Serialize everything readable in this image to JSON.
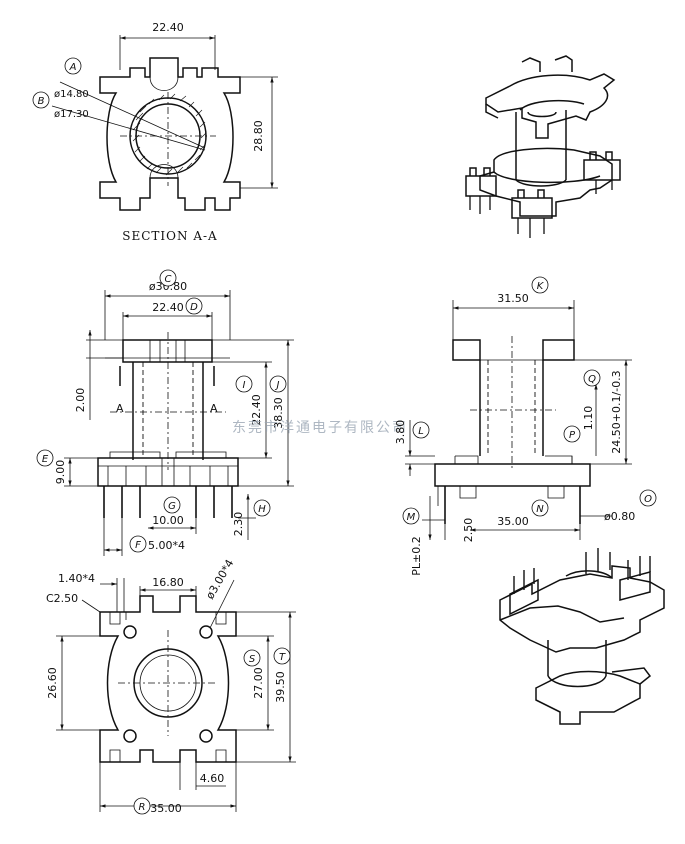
{
  "section_caption": "SECTION A-A",
  "watermark": "东莞市洋通电子有限公司",
  "section_marks": [
    "A",
    "A"
  ],
  "callouts": {
    "A": "A",
    "B": "B",
    "C": "C",
    "D": "D",
    "E": "E",
    "F": "F",
    "G": "G",
    "H": "H",
    "I": "I",
    "J": "J",
    "K": "K",
    "L": "L",
    "M": "M",
    "N": "N",
    "O": "O",
    "Q": "Q",
    "P": "P",
    "R": "R",
    "S": "S",
    "T": "T"
  },
  "dims": {
    "sec_width": "22.40",
    "sec_height": "28.80",
    "sec_inner_dia": "ø14.80",
    "sec_outer_dia": "ø17.30",
    "front_flange_dia": "ø30.80",
    "front_core_width": "22.40",
    "front_flange_thick": "2.00",
    "front_winding_height": "22.40",
    "front_total_height": "38.30",
    "front_base_height": "9.00",
    "front_pin_length": "2.30",
    "front_pin_row": "10.00",
    "front_pin_pitch": "5.00*4",
    "side_width": "31.50",
    "side_height": "24.50+0.1/-0.3",
    "side_slot": "1.10",
    "side_base": "3.80",
    "side_pin_span": "35.00",
    "side_pin_offset": "2.50",
    "side_pin_dia": "ø0.80",
    "side_pl": "PL±0.2",
    "bottom_notch": "1.40*4",
    "bottom_chamfer": "C2.50",
    "bottom_inner_width": "16.80",
    "bottom_hole": "ø3.00*4",
    "bottom_inner_height": "26.60",
    "bottom_mid_height": "27.00",
    "bottom_total_height": "39.50",
    "bottom_pin_offset": "4.60",
    "bottom_total_width": "35.00"
  }
}
